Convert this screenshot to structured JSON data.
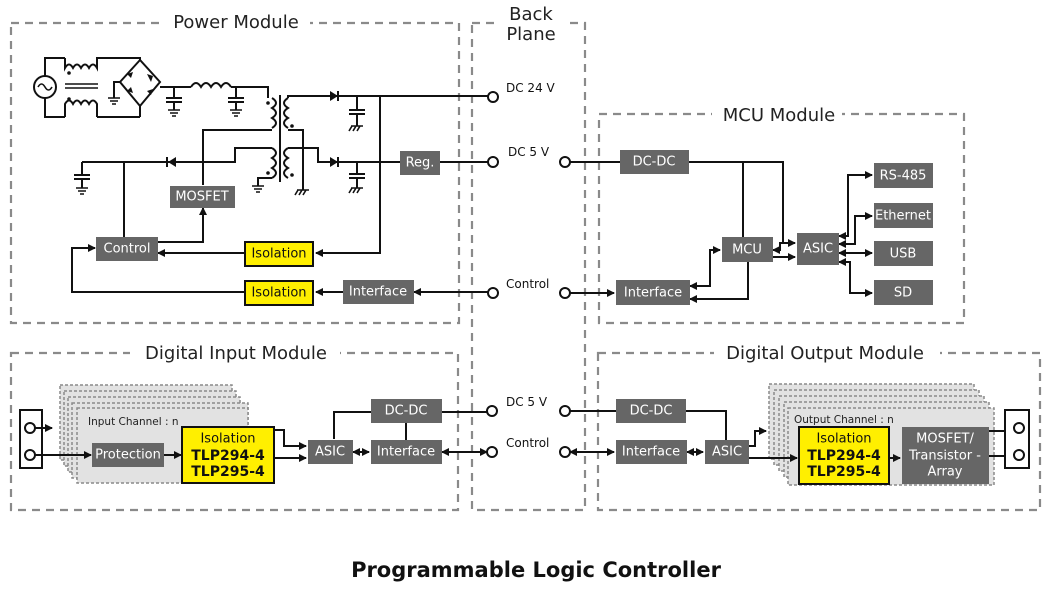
{
  "caption": "Programmable Logic Controller",
  "backplane": {
    "title_line1": "Back",
    "title_line2": "Plane",
    "signals": [
      "DC 24 V",
      "DC 5 V",
      "Control",
      "DC 5 V",
      "Control"
    ]
  },
  "power_module": {
    "title": "Power Module",
    "blocks": {
      "mosfet": "MOSFET",
      "control": "Control",
      "reg": "Reg.",
      "isolation1": "Isolation",
      "isolation2": "Isolation",
      "interface": "Interface"
    }
  },
  "mcu_module": {
    "title": "MCU Module",
    "blocks": {
      "dcdc": "DC-DC",
      "mcu": "MCU",
      "asic": "ASIC",
      "interface": "Interface",
      "rs485": "RS-485",
      "ethernet": "Ethernet",
      "usb": "USB",
      "sd": "SD"
    }
  },
  "digital_input_module": {
    "title": "Digital Input Module",
    "channel_label": "Input Channel : n",
    "blocks": {
      "protection": "Protection",
      "isolation_title": "Isolation",
      "part1": "TLP294-4",
      "part2": "TLP295-4",
      "asic": "ASIC",
      "dcdc": "DC-DC",
      "interface": "Interface"
    }
  },
  "digital_output_module": {
    "title": "Digital Output Module",
    "channel_label": "Output Channel : n",
    "blocks": {
      "dcdc": "DC-DC",
      "interface": "Interface",
      "asic": "ASIC",
      "isolation_title": "Isolation",
      "part1": "TLP294-4",
      "part2": "TLP295-4",
      "driver_line1": "MOSFET/",
      "driver_line2": "Transistor -",
      "driver_line3": "Array"
    }
  },
  "colors": {
    "block_gray": "#666666",
    "isolation_yellow": "#ffef00",
    "frame_gray": "#8a8a8a",
    "channel_bg": "#e2e2e2"
  }
}
